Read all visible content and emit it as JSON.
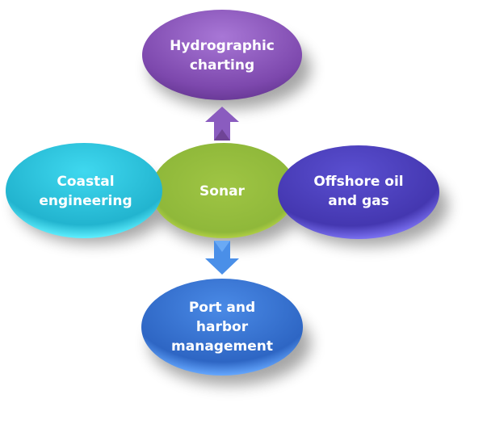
{
  "diagram": {
    "center": {
      "label": "Sonar",
      "color": "#9cc43c"
    },
    "nodes": [
      {
        "id": "top",
        "lines": [
          "Hydrographic",
          "charting"
        ],
        "color": "#8a55b8"
      },
      {
        "id": "left",
        "lines": [
          "Coastal",
          "engineering"
        ],
        "color": "#2ec6e0"
      },
      {
        "id": "right",
        "lines": [
          "Offshore oil",
          "and gas"
        ],
        "color": "#4b3fc0"
      },
      {
        "id": "bottom",
        "lines": [
          "Port and",
          "harbor",
          "management"
        ],
        "color": "#3a78d8"
      }
    ],
    "arrows": [
      {
        "from": "center",
        "to": "top",
        "color": "#8a55b8"
      },
      {
        "from": "center",
        "to": "bottom",
        "color": "#4a90e8"
      }
    ]
  }
}
